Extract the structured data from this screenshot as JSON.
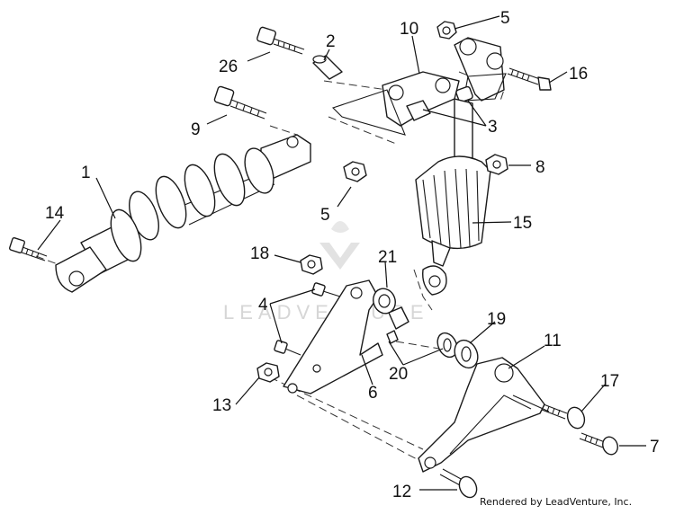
{
  "watermark": "LEADVENTURE",
  "footer": "Rendered by LeadVenture, Inc.",
  "callouts": [
    "1",
    "2",
    "3",
    "4",
    "5",
    "5",
    "6",
    "7",
    "8",
    "9",
    "10",
    "11",
    "12",
    "13",
    "14",
    "15",
    "16",
    "17",
    "18",
    "19",
    "20",
    "21",
    "26"
  ],
  "colors": {
    "line": "#1a1a1a",
    "background": "#ffffff",
    "watermark": "#d6d6d6"
  }
}
